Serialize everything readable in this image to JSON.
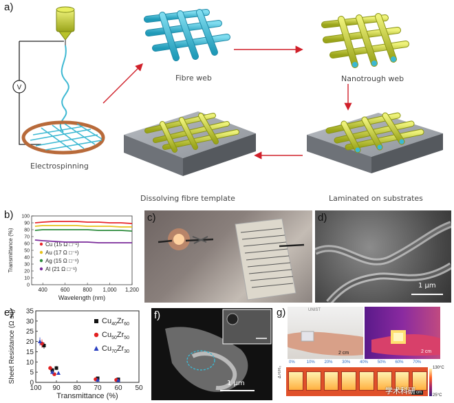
{
  "panel_a": {
    "letter": "a)",
    "meter_label": "V",
    "captions": {
      "electrospinning": "Electrospinning",
      "fibre_web": "Fibre web",
      "nanotrough_web": "Nanotrough web",
      "laminated": "Laminated on substrates",
      "dissolving": "Dissolving fibre template"
    },
    "colors": {
      "fibre": "#3cb8d2",
      "trough": "#c8d42a",
      "substrate": "#8a8e94",
      "arrow": "#d0202a",
      "nozzle": "#c8d42a"
    }
  },
  "panel_b": {
    "letter": "b)"
  },
  "panel_c": {
    "letter": "c)"
  },
  "panel_d": {
    "letter": "d)",
    "scale_bar": "1 μm"
  },
  "panel_e": {
    "letter": "e)"
  },
  "panel_f": {
    "letter": "f)",
    "scale_bar": "1 μm"
  },
  "panel_g": {
    "letter": "g)",
    "scale_left": "2 cm",
    "scale_right": "2 cm",
    "scale_strip": "1 cm",
    "percent_labels": [
      "0%",
      "10%",
      "20%",
      "30%",
      "40%",
      "50%",
      "60%",
      "70%"
    ],
    "temp_high": "130°C",
    "temp_low": "25°C",
    "strain_axis": "Δ R/R₀",
    "brand": "UNIST",
    "watermark": "学术科研"
  },
  "chart_data": [
    {
      "type": "line",
      "panel": "b",
      "ylabel": "Transmittance (%)",
      "xlabel": "Wavelength (nm)",
      "xlim": [
        300,
        1200
      ],
      "ylim": [
        0,
        100
      ],
      "xticks": [
        "400",
        "600",
        "800",
        "1,000",
        "1,200"
      ],
      "yticks": [
        "0",
        "10",
        "20",
        "30",
        "40",
        "50",
        "60",
        "70",
        "80",
        "90",
        "100"
      ],
      "legend_position": "bottom-left",
      "series": [
        {
          "name": "Cu (15 Ω □⁻¹)",
          "color": "#e8252a",
          "x": [
            330,
            400,
            500,
            600,
            700,
            800,
            900,
            1000,
            1100,
            1200
          ],
          "y": [
            90,
            91,
            92,
            92,
            92,
            91,
            91,
            90,
            90,
            89
          ]
        },
        {
          "name": "Au (17 Ω □⁻¹)",
          "color": "#e6c21a",
          "x": [
            330,
            400,
            500,
            600,
            700,
            800,
            900,
            1000,
            1100,
            1200
          ],
          "y": [
            85,
            86,
            86,
            86,
            86,
            85,
            85,
            85,
            84,
            84
          ]
        },
        {
          "name": "Ag (15 Ω □⁻¹)",
          "color": "#2a8a3a",
          "x": [
            330,
            400,
            500,
            600,
            700,
            800,
            900,
            1000,
            1100,
            1200
          ],
          "y": [
            79,
            80,
            80,
            80,
            80,
            80,
            79,
            79,
            79,
            78
          ]
        },
        {
          "name": "Al (21 Ω □⁻¹)",
          "color": "#7a2a9a",
          "x": [
            330,
            400,
            500,
            600,
            700,
            800,
            900,
            1000,
            1100,
            1200
          ],
          "y": [
            65,
            64,
            63,
            62,
            62,
            62,
            61,
            61,
            61,
            61
          ]
        }
      ]
    },
    {
      "type": "scatter",
      "panel": "e",
      "ylabel": "Sheet Resistance (Ω sq)",
      "xlabel": "Transmittance (%)",
      "xlim": [
        100,
        50
      ],
      "ylim": [
        0,
        35
      ],
      "xticks": [
        "100",
        "90",
        "80",
        "70",
        "60",
        "50"
      ],
      "yticks": [
        "0",
        "5",
        "10",
        "15",
        "20",
        "25",
        "30",
        "35"
      ],
      "legend_position": "top-right",
      "series": [
        {
          "name": "Cu40Zr60",
          "color": "#111111",
          "marker": "square",
          "x": [
            96,
            92,
            90,
            70,
            60
          ],
          "y": [
            18,
            6,
            7,
            2,
            1.5
          ],
          "err": [
            1.5,
            1,
            1,
            0.5,
            0.5
          ]
        },
        {
          "name": "Cu50Zr50",
          "color": "#e22020",
          "marker": "circle",
          "x": [
            97,
            93,
            91,
            71,
            61
          ],
          "y": [
            19,
            7,
            4,
            1.5,
            1.2
          ],
          "err": [
            2,
            1,
            0.8,
            0.4,
            0.4
          ]
        },
        {
          "name": "Cu70Zr30",
          "color": "#2a3fc0",
          "marker": "triangle",
          "x": [
            98,
            92,
            89,
            70,
            60
          ],
          "y": [
            20,
            5,
            4.5,
            1.2,
            1.0
          ],
          "err": [
            2,
            1,
            0.8,
            0.4,
            0.4
          ]
        }
      ]
    }
  ]
}
